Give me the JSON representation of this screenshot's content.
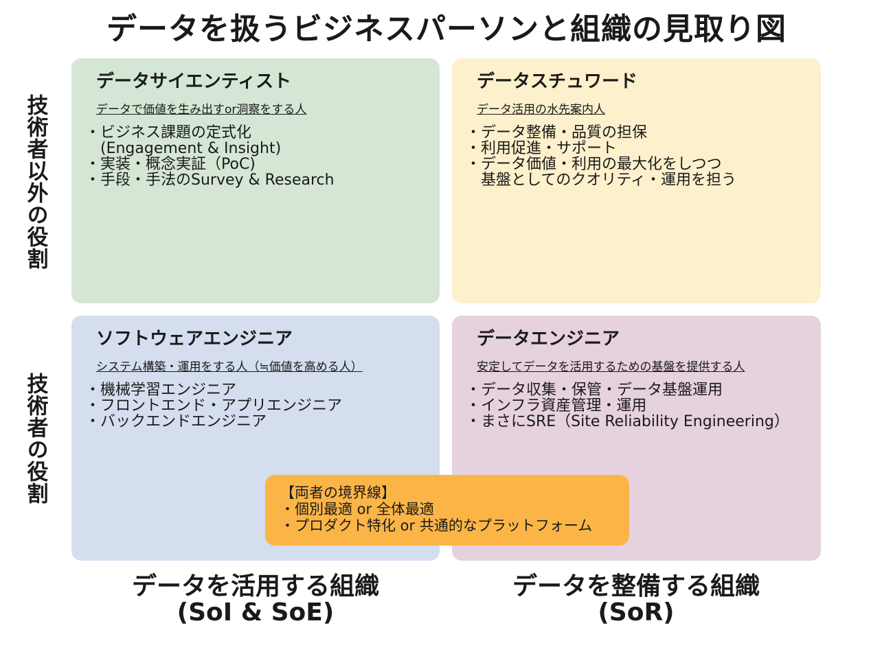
{
  "title": "データを扱うビジネスパーソンと組織の見取り図",
  "row_labels": {
    "top": "技術者以外の役割",
    "bottom": "技術者の役割"
  },
  "quadrants": {
    "top_left": {
      "role": "データサイエンティスト",
      "description": "データで価値を生み出すor洞察をする人",
      "items": [
        "・ビジネス課題の定式化",
        "　(Engagement & Insight)",
        "・実装・概念実証（PoC)",
        "・手段・手法のSurvey & Research"
      ],
      "color": "#d5e7d4"
    },
    "top_right": {
      "role": "データスチュワード",
      "description": "データ活用の水先案内人",
      "items": [
        "・データ整備・品質の担保",
        "・利用促進・サポート",
        "・データ価値・利用の最大化をしつつ",
        "　基盤としてのクオリティ・運用を担う"
      ],
      "color": "#fdf0cc"
    },
    "bottom_left": {
      "role": "ソフトウェアエンジニア",
      "description": "システム構築・運用をする人（≒価値を高める人）",
      "items": [
        "・機械学習エンジニア",
        "・フロントエンド・アプリエンジニア",
        "・バックエンドエンジニア"
      ],
      "color": "#d4deee"
    },
    "bottom_right": {
      "role": "データエンジニア",
      "description": "安定してデータを活用するための基盤を提供する人",
      "items": [
        "・データ収集・保管・データ基盤運用",
        "・インフラ資産管理・運用",
        "・まさにSRE（Site Reliability Engineering）"
      ],
      "color": "#e6d1de"
    }
  },
  "boundary": {
    "heading": "【両者の境界線】",
    "items": [
      "・個別最適 or 全体最適",
      "・プロダクト特化 or 共通的なプラットフォーム"
    ],
    "color": "#fbb547"
  },
  "column_labels": {
    "left": {
      "line1": "データを活用する組織",
      "line2": "(SoI & SoE)"
    },
    "right": {
      "line1": "データを整備する組織",
      "line2": "(SoR)"
    }
  }
}
